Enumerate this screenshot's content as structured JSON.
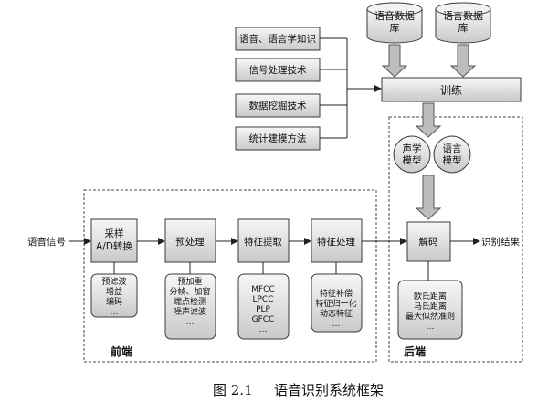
{
  "databases": {
    "speech_db": "语音数据库",
    "language_db": "语言数据库"
  },
  "knowledge": [
    "语音、语言学知识",
    "信号处理技术",
    "数据挖掘技术",
    "统计建模方法"
  ],
  "training": "训练",
  "models": {
    "acoustic": "声学模型",
    "language": "语言模型"
  },
  "pipeline": {
    "input": "语音信号",
    "sampling": "采样A/D转换",
    "preprocess": "预处理",
    "feature_extract": "特征提取",
    "feature_process": "特征处理",
    "decode": "解码",
    "output": "识别结果"
  },
  "details": {
    "sampling": [
      "预滤波",
      "增益",
      "编码",
      "…"
    ],
    "preprocess": [
      "预加重",
      "分帧、加窗",
      "端点检测",
      "噪声滤波",
      "…"
    ],
    "feature_extract": [
      "MFCC",
      "LPCC",
      "PLP",
      "GFCC",
      "…"
    ],
    "feature_process": [
      "特征补偿",
      "特征归一化",
      "动态特征",
      "…"
    ],
    "decode": [
      "欧氏距离",
      "马氏距离",
      "最大似然准则",
      "…"
    ]
  },
  "sections": {
    "front": "前端",
    "back": "后端"
  },
  "caption": {
    "number": "图 2.1",
    "title": "语音识别系统框架"
  }
}
